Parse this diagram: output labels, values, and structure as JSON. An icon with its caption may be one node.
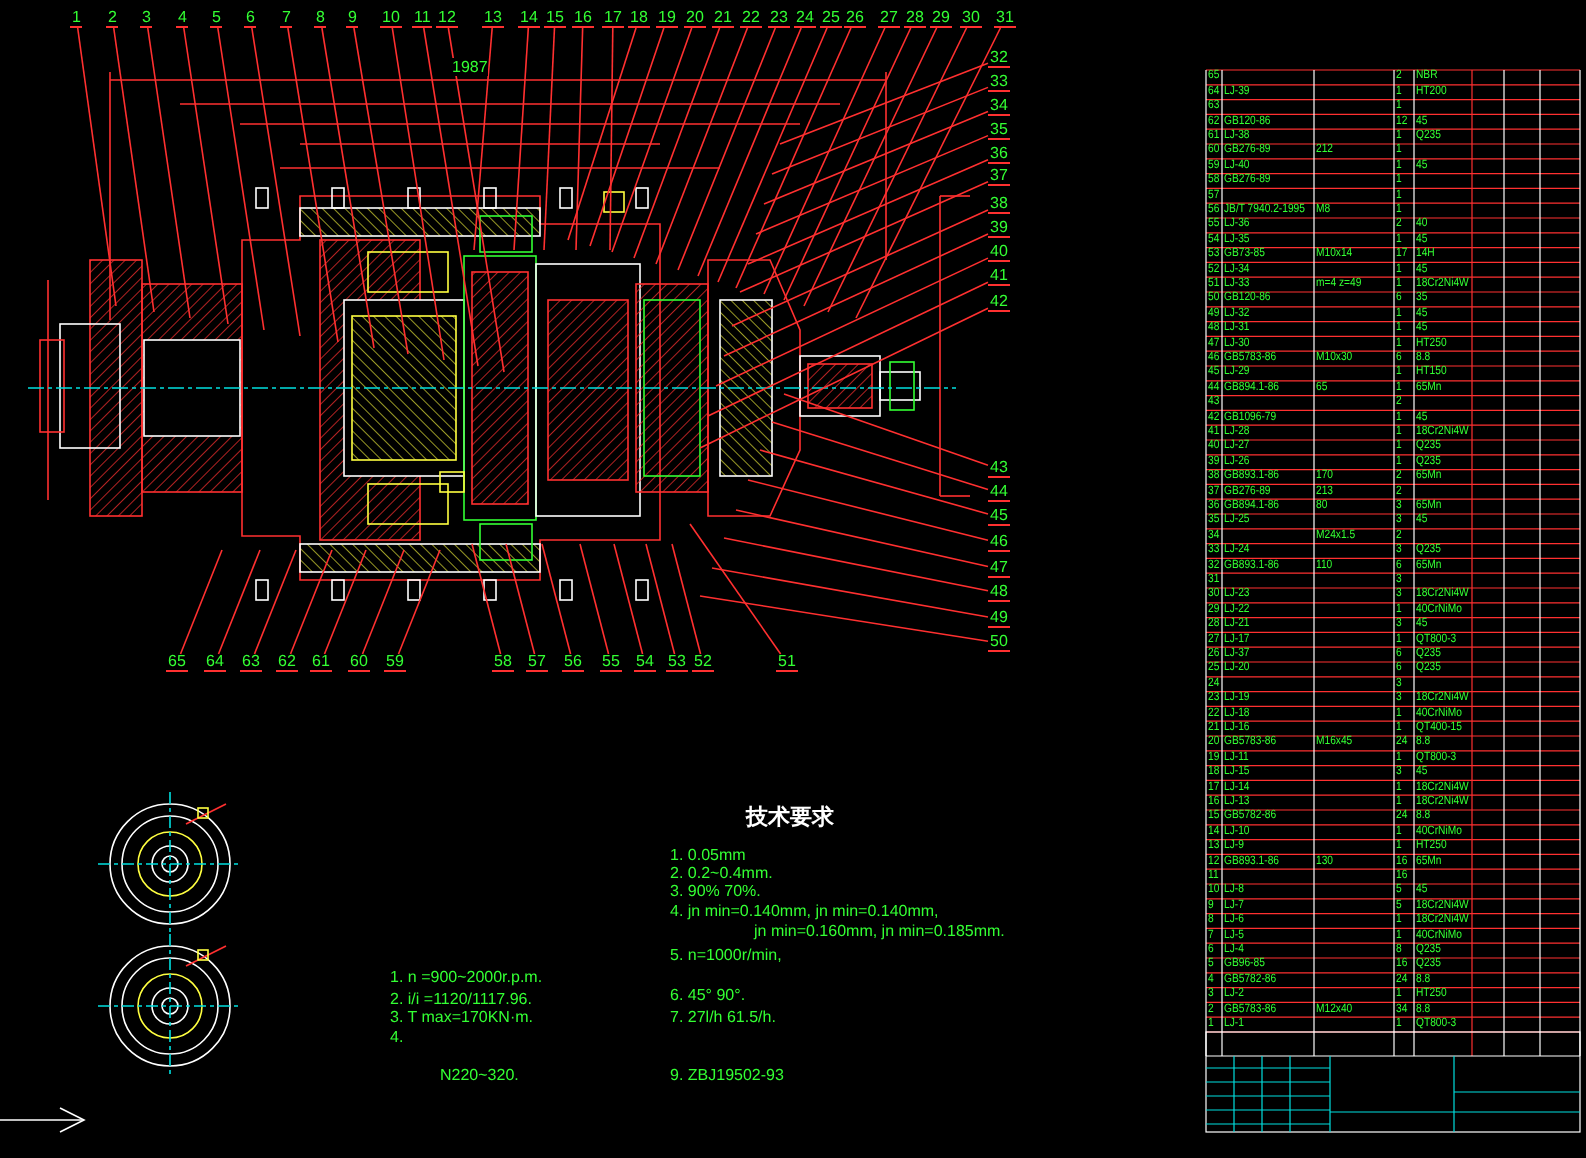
{
  "diagram": {
    "nodes": [
      {
        "text": [
          "1"
        ]
      },
      {
        "text": [
          "2"
        ]
      },
      {
        "text": [
          "3"
        ]
      },
      {
        "text": [
          "4"
        ]
      },
      {
        "text": [
          "5"
        ]
      },
      {
        "text": [
          "6"
        ]
      },
      {
        "text": [
          "7"
        ]
      },
      {
        "text": [
          "8"
        ]
      },
      {
        "text": [
          "9"
        ]
      },
      {
        "text": [
          "10"
        ]
      },
      {
        "text": [
          "11"
        ]
      },
      {
        "text": [
          "12"
        ]
      },
      {
        "text": [
          "13"
        ]
      },
      {
        "text": [
          "14"
        ]
      },
      {
        "text": [
          "15"
        ]
      },
      {
        "text": [
          "16"
        ]
      },
      {
        "text": [
          "17"
        ]
      },
      {
        "text": [
          "18"
        ]
      },
      {
        "text": [
          "19"
        ]
      },
      {
        "text": [
          "20"
        ]
      },
      {
        "text": [
          "21"
        ]
      },
      {
        "text": [
          "22"
        ]
      },
      {
        "text": [
          "23"
        ]
      },
      {
        "text": [
          "24"
        ]
      },
      {
        "text": [
          "25"
        ]
      },
      {
        "text": [
          "26"
        ]
      },
      {
        "text": [
          "27"
        ]
      },
      {
        "text": [
          "28"
        ]
      },
      {
        "text": [
          "29"
        ]
      },
      {
        "text": [
          "30"
        ]
      },
      {
        "text": [
          "31"
        ]
      },
      {
        "text": [
          "32"
        ]
      },
      {
        "text": [
          "33"
        ]
      },
      {
        "text": [
          "34"
        ]
      },
      {
        "text": [
          "35"
        ]
      },
      {
        "text": [
          "36"
        ]
      },
      {
        "text": [
          "37"
        ]
      },
      {
        "text": [
          "38"
        ]
      },
      {
        "text": [
          "39"
        ]
      },
      {
        "text": [
          "40"
        ]
      },
      {
        "text": [
          "41"
        ]
      },
      {
        "text": [
          "42"
        ]
      },
      {
        "text": [
          "43"
        ]
      },
      {
        "text": [
          "44"
        ]
      },
      {
        "text": [
          "45"
        ]
      },
      {
        "text": [
          "46"
        ]
      },
      {
        "text": [
          "47"
        ]
      },
      {
        "text": [
          "48"
        ]
      },
      {
        "text": [
          "49"
        ]
      },
      {
        "text": [
          "50"
        ]
      },
      {
        "text": [
          "51"
        ]
      },
      {
        "text": [
          "52"
        ]
      },
      {
        "text": [
          "53"
        ]
      },
      {
        "text": [
          "54"
        ]
      },
      {
        "text": [
          "55"
        ]
      },
      {
        "text": [
          "56"
        ]
      },
      {
        "text": [
          "57"
        ]
      },
      {
        "text": [
          "58"
        ]
      },
      {
        "text": [
          "59"
        ]
      },
      {
        "text": [
          "60"
        ]
      },
      {
        "text": [
          "61"
        ]
      },
      {
        "text": [
          "62"
        ]
      },
      {
        "text": [
          "63"
        ]
      },
      {
        "text": [
          "64"
        ]
      },
      {
        "text": [
          "65"
        ]
      }
    ],
    "edges": [
      {
        "from": 0,
        "to": null,
        "arrow": "none"
      },
      {
        "from": 1,
        "to": null,
        "arrow": "none"
      },
      {
        "from": 2,
        "to": null,
        "arrow": "none"
      },
      {
        "from": 3,
        "to": null,
        "arrow": "none"
      },
      {
        "from": 4,
        "to": null,
        "arrow": "none"
      },
      {
        "from": 5,
        "to": null,
        "arrow": "none"
      },
      {
        "from": 6,
        "to": null,
        "arrow": "none"
      },
      {
        "from": 7,
        "to": null,
        "arrow": "none"
      },
      {
        "from": 8,
        "to": null,
        "arrow": "none"
      },
      {
        "from": 9,
        "to": null,
        "arrow": "none"
      },
      {
        "from": 10,
        "to": null,
        "arrow": "none"
      },
      {
        "from": 11,
        "to": null,
        "arrow": "none"
      },
      {
        "from": 12,
        "to": null,
        "arrow": "none"
      },
      {
        "from": 13,
        "to": null,
        "arrow": "none"
      },
      {
        "from": 14,
        "to": null,
        "arrow": "none"
      },
      {
        "from": 15,
        "to": null,
        "arrow": "none"
      },
      {
        "from": 16,
        "to": null,
        "arrow": "none"
      },
      {
        "from": 17,
        "to": null,
        "arrow": "none"
      },
      {
        "from": 18,
        "to": null,
        "arrow": "none"
      },
      {
        "from": 19,
        "to": null,
        "arrow": "none"
      },
      {
        "from": 20,
        "to": null,
        "arrow": "none"
      },
      {
        "from": 21,
        "to": null,
        "arrow": "none"
      },
      {
        "from": 22,
        "to": null,
        "arrow": "none"
      },
      {
        "from": 23,
        "to": null,
        "arrow": "none"
      },
      {
        "from": 24,
        "to": null,
        "arrow": "none"
      },
      {
        "from": 25,
        "to": null,
        "arrow": "none"
      },
      {
        "from": 26,
        "to": null,
        "arrow": "none"
      },
      {
        "from": 27,
        "to": null,
        "arrow": "none"
      },
      {
        "from": 28,
        "to": null,
        "arrow": "none"
      },
      {
        "from": 29,
        "to": null,
        "arrow": "none"
      },
      {
        "from": 30,
        "to": null,
        "arrow": "none"
      },
      {
        "from": 31,
        "to": null,
        "arrow": "none"
      },
      {
        "from": 32,
        "to": null,
        "arrow": "none"
      },
      {
        "from": 33,
        "to": null,
        "arrow": "none"
      },
      {
        "from": 34,
        "to": null,
        "arrow": "none"
      },
      {
        "from": 35,
        "to": null,
        "arrow": "none"
      },
      {
        "from": 36,
        "to": null,
        "arrow": "none"
      },
      {
        "from": 37,
        "to": null,
        "arrow": "none"
      },
      {
        "from": 38,
        "to": null,
        "arrow": "none"
      },
      {
        "from": 39,
        "to": null,
        "arrow": "none"
      },
      {
        "from": 40,
        "to": null,
        "arrow": "none"
      },
      {
        "from": 41,
        "to": null,
        "arrow": "none"
      },
      {
        "from": 42,
        "to": null,
        "arrow": "none"
      },
      {
        "from": 43,
        "to": null,
        "arrow": "none"
      },
      {
        "from": 44,
        "to": null,
        "arrow": "none"
      },
      {
        "from": 45,
        "to": null,
        "arrow": "none"
      },
      {
        "from": 46,
        "to": null,
        "arrow": "none"
      },
      {
        "from": 47,
        "to": null,
        "arrow": "none"
      },
      {
        "from": 48,
        "to": null,
        "arrow": "none"
      },
      {
        "from": 49,
        "to": null,
        "arrow": "none"
      },
      {
        "from": 50,
        "to": null,
        "arrow": "none"
      },
      {
        "from": 51,
        "to": null,
        "arrow": "none"
      },
      {
        "from": 52,
        "to": null,
        "arrow": "none"
      },
      {
        "from": 53,
        "to": null,
        "arrow": "none"
      },
      {
        "from": 54,
        "to": null,
        "arrow": "none"
      },
      {
        "from": 55,
        "to": null,
        "arrow": "none"
      },
      {
        "from": 56,
        "to": null,
        "arrow": "none"
      },
      {
        "from": 57,
        "to": null,
        "arrow": "none"
      },
      {
        "from": 58,
        "to": null,
        "arrow": "none"
      },
      {
        "from": 59,
        "to": null,
        "arrow": "none"
      },
      {
        "from": 60,
        "to": null,
        "arrow": "none"
      },
      {
        "from": 61,
        "to": null,
        "arrow": "none"
      },
      {
        "from": 62,
        "to": null,
        "arrow": "none"
      },
      {
        "from": 63,
        "to": null,
        "arrow": "none"
      },
      {
        "from": 64,
        "to": null,
        "arrow": "none"
      }
    ],
    "labels": [
      "1987",
      "技术要求",
      "1. 0.05mm",
      "2. 0.2~0.4mm.",
      "3. 90% 70%.",
      "4. jn min=0.140mm, jn min=0.140mm,",
      "jn min=0.160mm, jn min=0.185mm.",
      "5. n=1000r/min,",
      "6. 45° 90°.",
      "7. 27l/h 61.5/h.",
      "9. ZBJ19502-93",
      "1. n =900~2000r.p.m.",
      "2. i/i =1120/1117.96.",
      "3. T max=170KN·m.",
      "4.",
      "N220~320.",
      "65",
      "2",
      "NBR",
      "64",
      "LJ-39",
      "1",
      "HT200",
      "63",
      "1",
      "62",
      "GB120-86",
      "12",
      "45",
      "61",
      "LJ-38",
      "1",
      "Q235",
      "60",
      "GB276-89",
      "212",
      "1",
      "59",
      "LJ-40",
      "1",
      "45",
      "58",
      "GB276-89",
      "1",
      "57",
      "1",
      "56",
      "JB/T 7940.2-1995",
      "M8",
      "1",
      "55",
      "LJ-36",
      "2",
      "40",
      "54",
      "LJ-35",
      "1",
      "45",
      "53",
      "GB73-85",
      "M10x14",
      "17",
      "14H",
      "52",
      "LJ-34",
      "1",
      "45",
      "51",
      "LJ-33",
      "m=4 z=49",
      "1",
      "18Cr2Ni4W",
      "50",
      "GB120-86",
      "6",
      "35",
      "49",
      "LJ-32",
      "1",
      "45",
      "48",
      "LJ-31",
      "1",
      "45",
      "47",
      "LJ-30",
      "1",
      "HT250",
      "46",
      "GB5783-86",
      "M10x30",
      "6",
      "8.8",
      "45",
      "LJ-29",
      "1",
      "HT150",
      "44",
      "GB894.1-86",
      "65",
      "1",
      "65Mn",
      "43",
      "2",
      "42",
      "GB1096-79",
      "1",
      "45",
      "41",
      "LJ-28",
      "1",
      "18Cr2Ni4W",
      "40",
      "LJ-27",
      "1",
      "Q235",
      "39",
      "LJ-26",
      "1",
      "Q235",
      "38",
      "GB893.1-86",
      "170",
      "2",
      "65Mn",
      "37",
      "GB276-89",
      "213",
      "2",
      "36",
      "GB894.1-86",
      "80",
      "3",
      "65Mn",
      "35",
      "LJ-25",
      "3",
      "45",
      "34",
      "M24x1.5",
      "2",
      "33",
      "LJ-24",
      "3",
      "Q235",
      "32",
      "GB893.1-86",
      "110",
      "6",
      "65Mn",
      "31",
      "3",
      "30",
      "LJ-23",
      "3",
      "18Cr2Ni4W",
      "29",
      "LJ-22",
      "1",
      "40CrNiMo",
      "28",
      "LJ-21",
      "3",
      "45",
      "27",
      "LJ-17",
      "1",
      "QT800-3",
      "26",
      "LJ-37",
      "6",
      "Q235",
      "25",
      "LJ-20",
      "6",
      "Q235",
      "24",
      "3",
      "23",
      "LJ-19",
      "3",
      "18Cr2Ni4W",
      "22",
      "LJ-18",
      "1",
      "40CrNiMo",
      "21",
      "LJ-16",
      "1",
      "QT400-15",
      "20",
      "GB5783-86",
      "M16x45",
      "24",
      "8.8",
      "19",
      "LJ-11",
      "1",
      "QT800-3",
      "18",
      "LJ-15",
      "3",
      "45",
      "17",
      "LJ-14",
      "1",
      "18Cr2Ni4W",
      "16",
      "LJ-13",
      "1",
      "18Cr2Ni4W",
      "15",
      "GB5782-86",
      "24",
      "8.8",
      "14",
      "LJ-10",
      "1",
      "40CrNiMo",
      "13",
      "LJ-9",
      "1",
      "HT250",
      "12",
      "GB893.1-86",
      "130",
      "16",
      "65Mn",
      "11",
      "16",
      "10",
      "LJ-8",
      "5",
      "45",
      "9",
      "LJ-7",
      "5",
      "18Cr2Ni4W",
      "8",
      "LJ-6",
      "1",
      "18Cr2Ni4W",
      "7",
      "LJ-5",
      "1",
      "40CrNiMo",
      "6",
      "LJ-4",
      "8",
      "Q235",
      "5",
      "GB96-85",
      "16",
      "Q235",
      "4",
      "GB5782-86",
      "24",
      "8.8",
      "3",
      "LJ-2",
      "1",
      "HT250",
      "2",
      "GB5783-86",
      "M12x40",
      "34",
      "8.8",
      "1",
      "LJ-1",
      "1",
      "QT800-3"
    ]
  }
}
